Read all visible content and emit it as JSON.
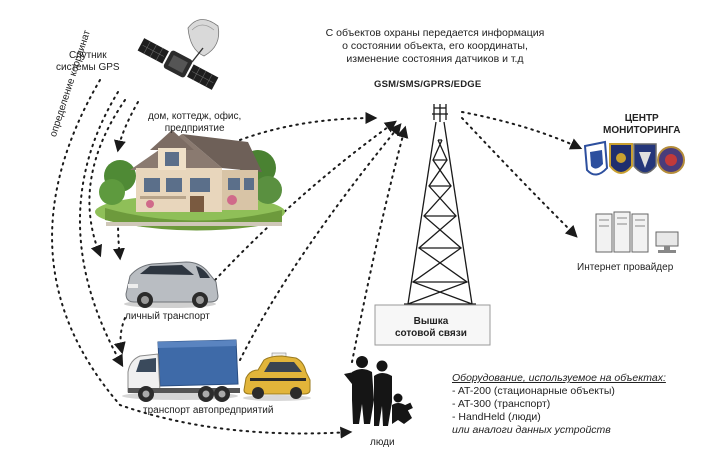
{
  "info_text": [
    "С объектов охраны передается информация",
    "о состоянии объекта, его координаты,",
    "изменение состояния датчиков и т.д"
  ],
  "protocols": "GSM/SMS/GPRS/EDGE",
  "satellite_label": [
    "Спутник",
    "системы GPS"
  ],
  "coords_label": "определение координат",
  "house_label": [
    "дом, коттедж, офис,",
    "предприятие"
  ],
  "car_label": "личный транспорт",
  "truck_label": "транспорт автопредприятий",
  "people_label": "люди",
  "monitoring_label": [
    "ЦЕНТР",
    "МОНИТОРИНГА"
  ],
  "isp_label": "Интернет провайдер",
  "tower_label": [
    "Вышка",
    "сотовой связи"
  ],
  "equipment": {
    "header": "Оборудование, используемое на объектах:",
    "items": [
      "- AT-200 (стационарные объекты)",
      "- AT-300 (транспорт)",
      "- HandHeld (люди)"
    ],
    "note": "или аналоги данных устройств"
  },
  "colors": {
    "line": "#1a1a1a",
    "house_roof": "#7a6a62",
    "house_wall": "#e4d2b8",
    "truck_cargo": "#3e6aa8",
    "taxi": "#e2b53a",
    "car": "#b9bdc2",
    "grass": "#7fae4a",
    "badge_blue": "#2d4f9e",
    "badge_navy": "#1f2e6e"
  }
}
